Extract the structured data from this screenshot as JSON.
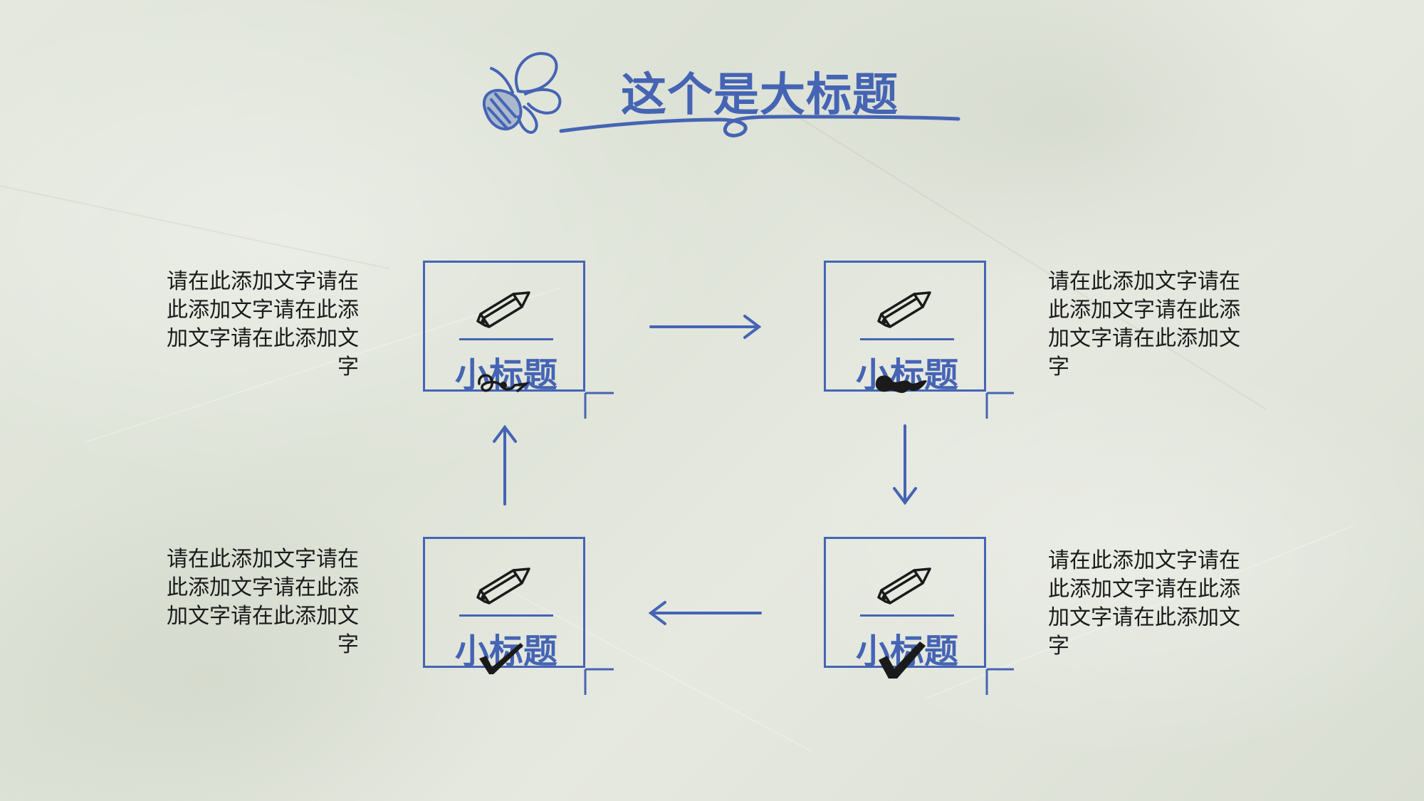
{
  "slide": {
    "title": "这个是大标题",
    "accent_color": "#4564b4",
    "text_color": "#1a1a1a",
    "background": "crumpled paper texture"
  },
  "cards": [
    {
      "id": "top-left",
      "subtitle": "小标题",
      "icon": "pencil-icon",
      "mark": "scribble-doodle-icon"
    },
    {
      "id": "top-right",
      "subtitle": "小标题",
      "icon": "pencil-icon",
      "mark": "ink-blot-doodle-icon"
    },
    {
      "id": "bottom-left",
      "subtitle": "小标题",
      "icon": "pencil-icon",
      "mark": "checkmark-icon"
    },
    {
      "id": "bottom-right",
      "subtitle": "小标题",
      "icon": "pencil-icon",
      "mark": "checkmark-icon"
    }
  ],
  "descriptions": {
    "top_left": "请在此添加文字请在此添加文字请在此添加文字请在此添加文字",
    "top_right": "请在此添加文字请在此添加文字请在此添加文字请在此添加文字",
    "bottom_left": "请在此添加文字请在此添加文字请在此添加文字请在此添加文字",
    "bottom_right": "请在此添加文字请在此添加文字请在此添加文字请在此添加文字"
  },
  "decorations": {
    "title_icon": "butterfly-doodle-icon",
    "title_underline": "swirl-underline",
    "arrows": [
      "arrow-right-icon",
      "arrow-down-icon",
      "arrow-left-icon",
      "arrow-up-icon"
    ]
  }
}
